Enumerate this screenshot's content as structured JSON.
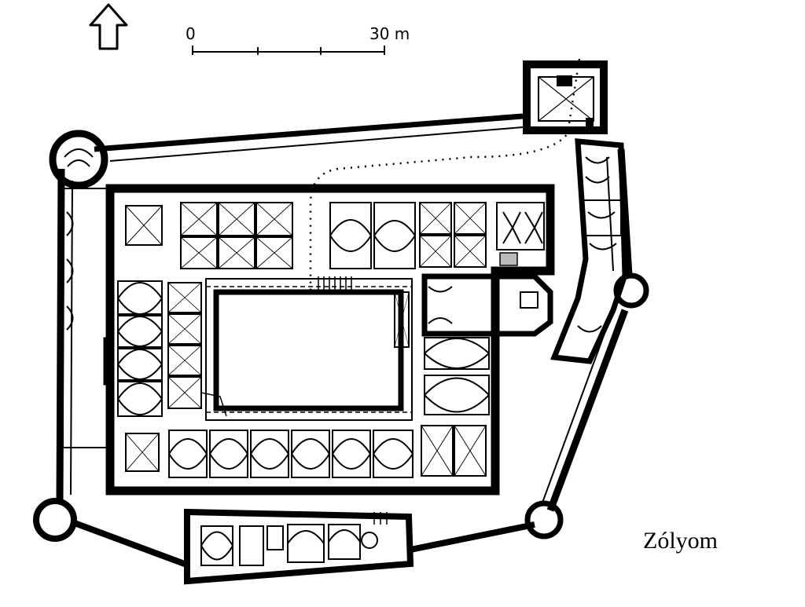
{
  "caption": "Zólyom",
  "scale": {
    "start_label": "0",
    "end_label": "30 m"
  },
  "north_arrow": {
    "icon": "north-arrow-icon"
  },
  "colors": {
    "ink": "#000000",
    "paper": "#ffffff"
  }
}
